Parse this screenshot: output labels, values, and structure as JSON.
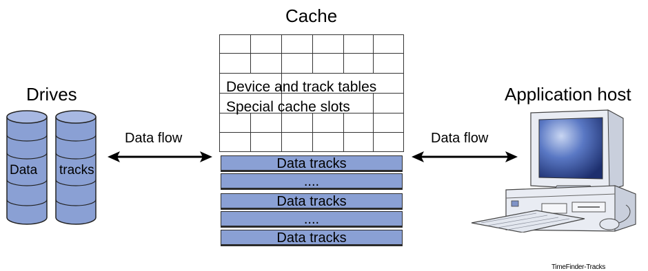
{
  "cache": {
    "title": "Cache",
    "table_label_1": "Device and track tables",
    "table_label_2": "Special cache slots",
    "bands": [
      "Data tracks",
      "....",
      "Data tracks",
      "....",
      "Data tracks"
    ]
  },
  "drives": {
    "title": "Drives",
    "left_label": "Data",
    "right_label": "tracks"
  },
  "host": {
    "title": "Application host"
  },
  "flows": {
    "left_label": "Data flow",
    "right_label": "Data flow"
  },
  "footnote": "TimeFinder-Tracks",
  "colors": {
    "band_fill": "#8aa0d4",
    "drive_fill": "#8aa0d4",
    "outline": "#2b2b2b"
  }
}
